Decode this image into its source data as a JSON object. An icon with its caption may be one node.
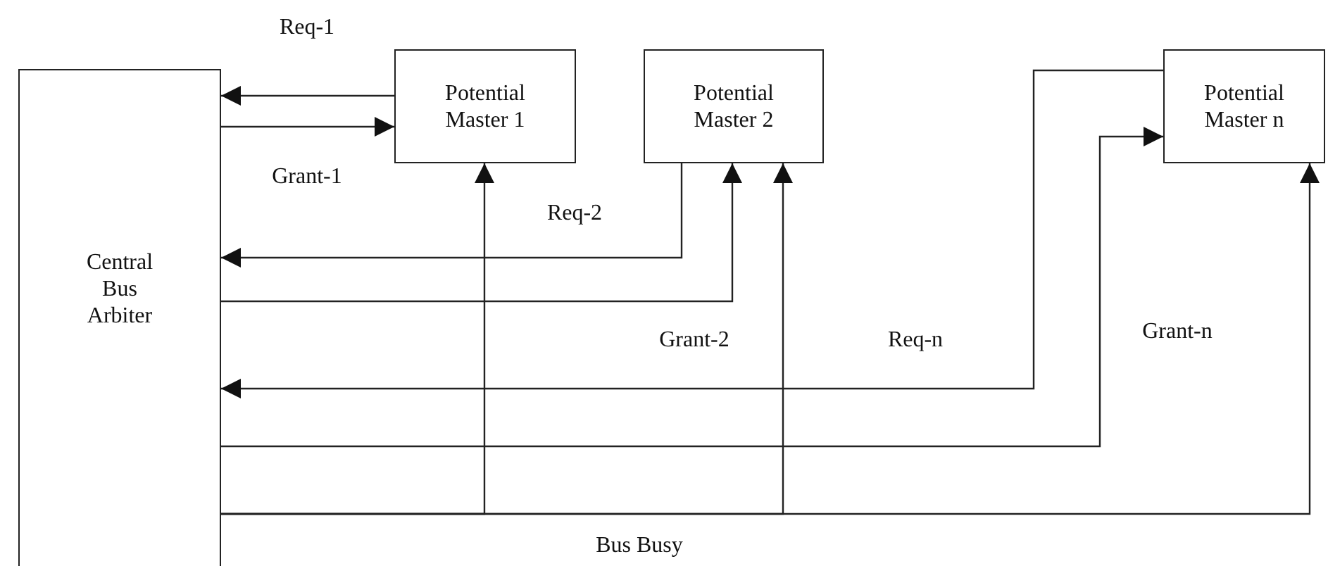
{
  "diagram": {
    "nodes": [
      {
        "text": [
          "Central Bus Arbiter"
        ]
      },
      {
        "text": [
          "Potential Master 1"
        ]
      },
      {
        "text": [
          "Potential Master 2"
        ]
      },
      {
        "text": [
          "Potential Master n"
        ]
      }
    ],
    "edges": [
      {
        "from": 1,
        "to": 0,
        "arrow": "to",
        "label": "Req-1"
      },
      {
        "from": 0,
        "to": 1,
        "arrow": "to",
        "label": "Grant-1"
      },
      {
        "from": 2,
        "to": 0,
        "arrow": "to",
        "label": "Req-2"
      },
      {
        "from": 0,
        "to": 2,
        "arrow": "to",
        "label": "Grant-2"
      },
      {
        "from": 3,
        "to": 0,
        "arrow": "to",
        "label": "Req-n"
      },
      {
        "from": 0,
        "to": 3,
        "arrow": "to",
        "label": "Grant-n"
      },
      {
        "from": 0,
        "to": 1,
        "arrow": "to"
      },
      {
        "from": 0,
        "to": 2,
        "arrow": "to",
        "label": "Bus Busy"
      },
      {
        "from": 0,
        "to": 3,
        "arrow": "to"
      }
    ]
  }
}
